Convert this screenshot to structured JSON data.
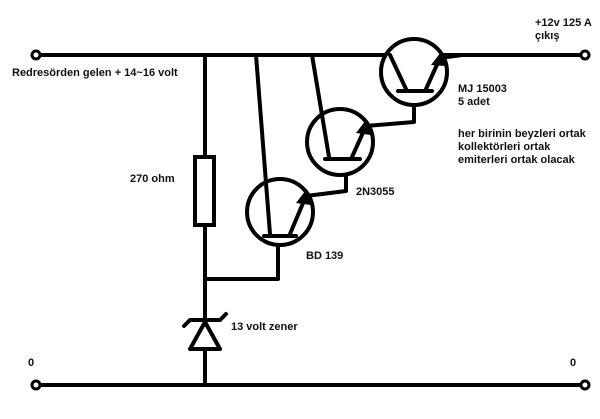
{
  "labels": {
    "input": "Redresörden gelen + 14~16 volt",
    "output_voltage": "+12v 125 A",
    "output_word": "çıkış",
    "resistor": "270 ohm",
    "q1": "BD 139",
    "q2": "2N3055",
    "q3": "MJ 15003",
    "q3_count": "5 adet",
    "note_line1": "her birinin beyzleri ortak",
    "note_line2": "kollektörleri ortak",
    "note_line3": "emiterleri ortak olacak",
    "zener": "13 volt zener",
    "ground_left": "0",
    "ground_right": "0"
  }
}
